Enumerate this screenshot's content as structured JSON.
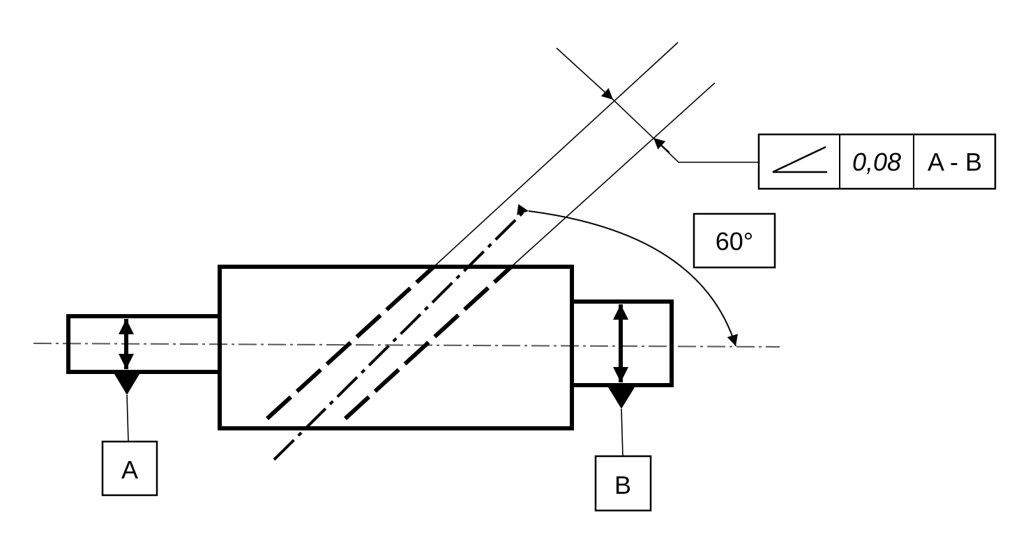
{
  "drawing": {
    "angle_value": "60°",
    "datum_a_label": "A",
    "datum_b_label": "B",
    "feature_control_frame": {
      "symbol": "angularity-symbol",
      "tolerance": "0,08",
      "datum_reference": "A - B"
    }
  }
}
